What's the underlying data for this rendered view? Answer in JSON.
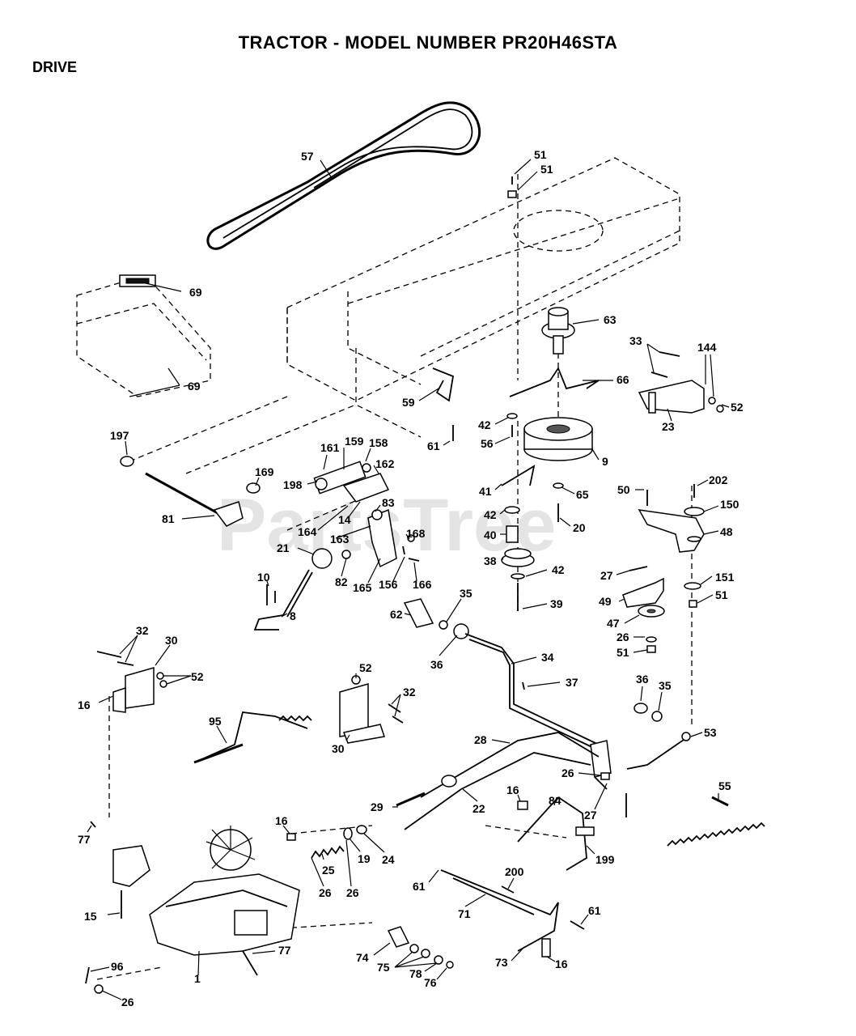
{
  "title": "TRACTOR - MODEL NUMBER PR20H46STA",
  "section": "DRIVE",
  "watermark": "PartsTree",
  "part_numbers": [
    "57",
    "51",
    "51",
    "69",
    "69",
    "63",
    "33",
    "144",
    "66",
    "52",
    "59",
    "23",
    "42",
    "56",
    "9",
    "61",
    "197",
    "161",
    "159",
    "158",
    "198",
    "169",
    "162",
    "41",
    "65",
    "50",
    "202",
    "150",
    "81",
    "14",
    "83",
    "42",
    "20",
    "164",
    "168",
    "40",
    "48",
    "163",
    "21",
    "38",
    "82",
    "165",
    "156",
    "166",
    "42",
    "27",
    "151",
    "10",
    "49",
    "51",
    "8",
    "39",
    "47",
    "62",
    "35",
    "26",
    "36",
    "51",
    "32",
    "30",
    "34",
    "52",
    "52",
    "37",
    "16",
    "32",
    "36",
    "35",
    "95",
    "53",
    "30",
    "28",
    "55",
    "26",
    "16",
    "84",
    "29",
    "22",
    "27",
    "16",
    "77",
    "25",
    "19",
    "24",
    "199",
    "26",
    "26",
    "200",
    "15",
    "61",
    "71",
    "61",
    "77",
    "96",
    "74",
    "75",
    "78",
    "73",
    "16",
    "76",
    "1",
    "26"
  ]
}
